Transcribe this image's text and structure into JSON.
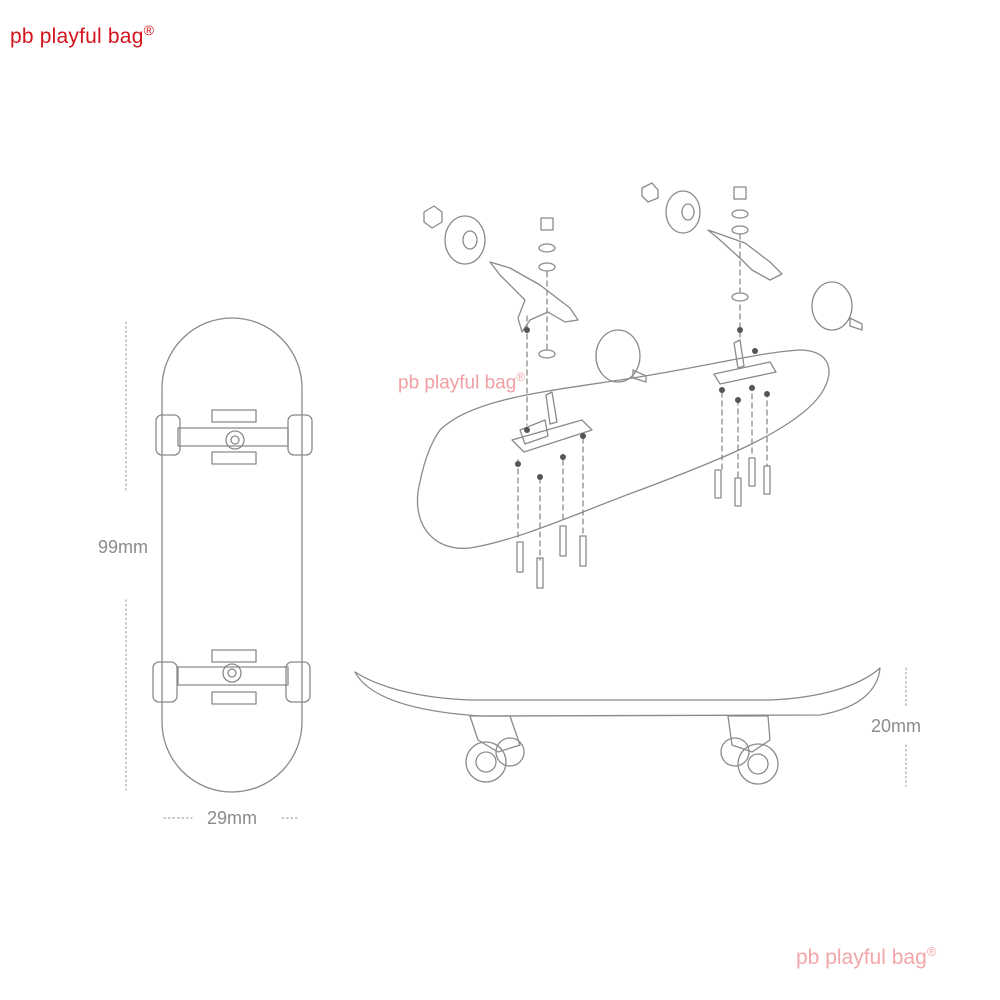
{
  "brand": {
    "name": "pb playful bag",
    "mark": "®"
  },
  "watermarks": [
    {
      "text": "pb playful bag",
      "mark": "®"
    },
    {
      "text": "pb playful bag",
      "mark": "®"
    }
  ],
  "dimensions": {
    "length": "99mm",
    "width": "29mm",
    "height": "20mm"
  },
  "colors": {
    "brand_red": "#d3141c",
    "watermark_pink": "#f0a0a3",
    "line_gray": "#8a8a8a",
    "dim_gray": "#8b8b8b"
  }
}
